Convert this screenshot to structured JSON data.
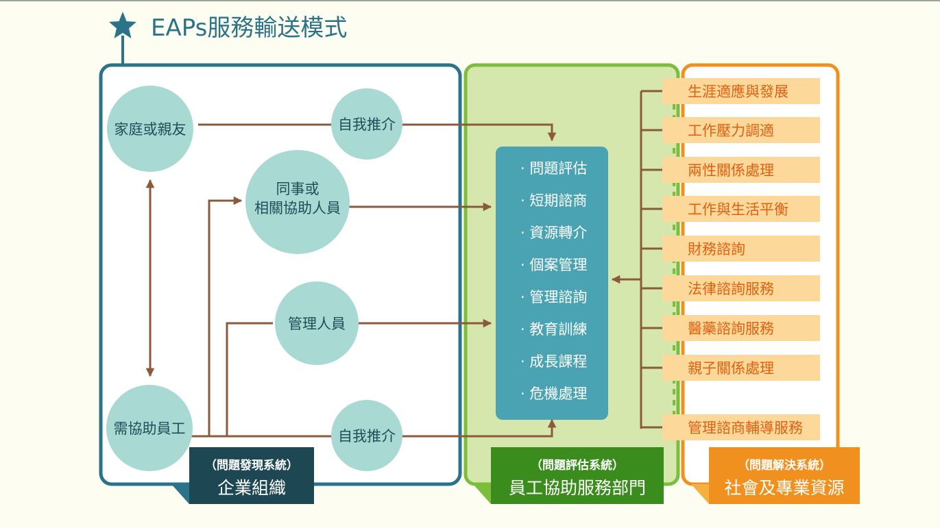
{
  "title": "EAPs服務輸送模式",
  "colors": {
    "teal_dark": "#2a7388",
    "teal_circle": "#a8d9d3",
    "green": "#7cbd3c",
    "green_fill": "#d6e7ad",
    "green_dark": "#3a8c1c",
    "orange": "#f0901e",
    "orange_label": "#fcd89a",
    "orange_text": "#e06010",
    "arrow": "#8a5a3c",
    "navy": "#1c4753",
    "services_fill": "#4aa3b2"
  },
  "organization": {
    "nodes": {
      "family": "家庭或親友",
      "self_referral_top": "自我推介",
      "colleagues_line1": "同事或",
      "colleagues_line2": "相關協助人員",
      "managers": "管理人員",
      "employee": "需協助員工",
      "self_referral_bottom": "自我推介"
    },
    "caption_sub": "（問題發現系統）",
    "caption_main": "企業組織"
  },
  "eap_department": {
    "services": [
      "· 問題評估",
      "· 短期諮商",
      "· 資源轉介",
      "· 個案管理",
      "· 管理諮詢",
      "· 教育訓練",
      "· 成長課程",
      "· 危機處理"
    ],
    "caption_sub": "（問題評估系統）",
    "caption_main": "員工協助服務部門"
  },
  "resources": {
    "items": [
      "生涯適應與發展",
      "工作壓力調適",
      "兩性關係處理",
      "工作與生活平衡",
      "財務諮詢",
      "法律諮詢服務",
      "醫藥諮詢服務",
      "親子關係處理",
      "管理諮商輔導服務"
    ],
    "caption_sub": "（問題解決系統）",
    "caption_main": "社會及專業資源"
  }
}
